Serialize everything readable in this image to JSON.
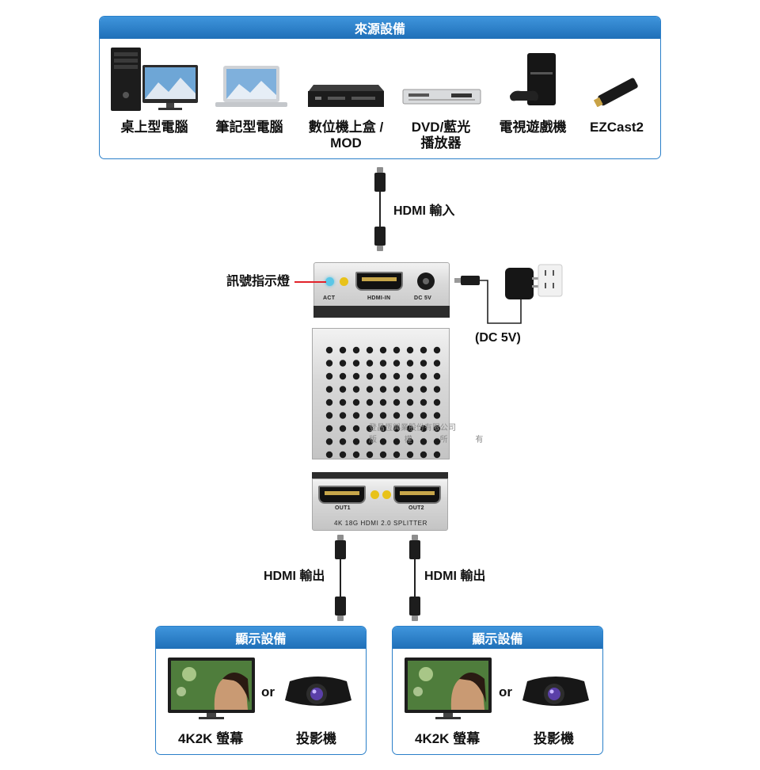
{
  "source_panel": {
    "title": "來源設備",
    "devices": [
      {
        "label": "桌上型電腦",
        "icon": "desktop-pc-icon"
      },
      {
        "label": "筆記型電腦",
        "icon": "laptop-icon"
      },
      {
        "label": "數位機上盒 /\nMOD",
        "icon": "set-top-box-icon"
      },
      {
        "label": "DVD/藍光\n播放器",
        "icon": "dvd-player-icon"
      },
      {
        "label": "電視遊戲機",
        "icon": "game-console-icon"
      },
      {
        "label": "EZCast2",
        "icon": "ezcast-dongle-icon"
      }
    ]
  },
  "hdmi_input_label": "HDMI 輸入",
  "signal_led_label": "訊號指示燈",
  "power_label": "(DC 5V)",
  "splitter": {
    "top_ports": {
      "act": "ACT",
      "hdmi_in": "HDMI-IN",
      "dc": "DC 5V"
    },
    "bottom_ports": {
      "out1": "OUT1",
      "out2": "OUT2"
    },
    "model_text": "4K 18G HDMI 2.0 SPLITTER",
    "watermark_line1": "登昌恆興業股份有限公司",
    "watermark_line2": "版 權 所 有"
  },
  "hdmi_output_labels": [
    "HDMI 輸出",
    "HDMI 輸出"
  ],
  "display_panels": [
    {
      "title": "顯示設備",
      "or": "or",
      "tv_label": "4K2K 螢幕",
      "projector_label": "投影機"
    },
    {
      "title": "顯示設備",
      "or": "or",
      "tv_label": "4K2K 螢幕",
      "projector_label": "投影機"
    }
  ],
  "colors": {
    "panel_blue": "#2a7fc9",
    "act_led": "#5bc6e6",
    "power_led": "#e8c21a",
    "connector_red": "#e2222a"
  }
}
